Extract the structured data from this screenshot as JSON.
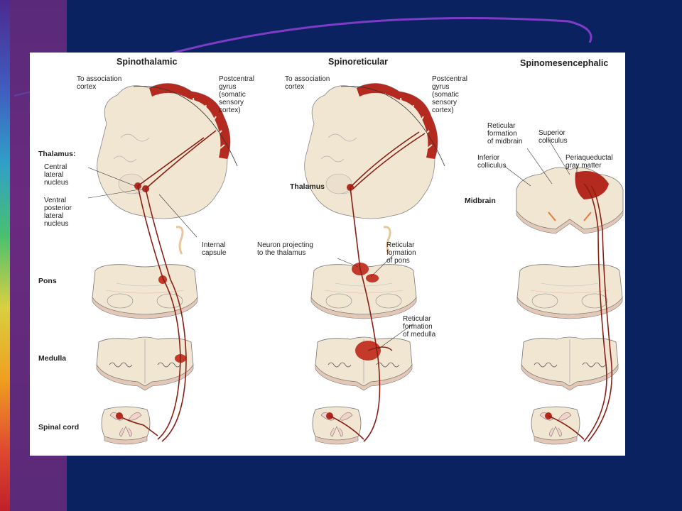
{
  "colors": {
    "background": "#0a2360",
    "accent_purple": "#6a2a80",
    "tract_red": "#b52a1f",
    "tissue": "#f1e6d2"
  },
  "panels": [
    {
      "title": "Spinothalamic",
      "labels": {
        "association": "To association\ncortex",
        "postcentral": "Postcentral\ngyrus\n(somatic\nsensory\ncortex)",
        "thalamus": "Thalamus:",
        "central_lateral": "Central\nlateral\nnucleus",
        "ventral_posterior": "Ventral\nposterior\nlateral\nnucleus",
        "internal_capsule": "Internal\ncapsule"
      }
    },
    {
      "title": "Spinoreticular",
      "labels": {
        "association": "To association\ncortex",
        "postcentral": "Postcentral\ngyrus\n(somatic\nsensory\ncortex)",
        "thalamus": "Thalamus",
        "neuron_projecting": "Neuron projecting\nto the thalamus",
        "reticular_pons": "Reticular\nformation\nof pons",
        "reticular_medulla": "Reticular\nformation\nof medulla"
      }
    },
    {
      "title": "Spinomesencephalic",
      "labels": {
        "reticular_midbrain": "Reticular\nformation\nof midbrain",
        "superior_colliculus": "Superior\ncolliculus",
        "inferior_colliculus": "Inferior\ncolliculus",
        "periaqueductal": "Periaqueductal\ngray matter",
        "midbrain": "Midbrain"
      }
    }
  ],
  "row_labels": {
    "pons": "Pons",
    "medulla": "Medulla",
    "spinal_cord": "Spinal cord"
  }
}
